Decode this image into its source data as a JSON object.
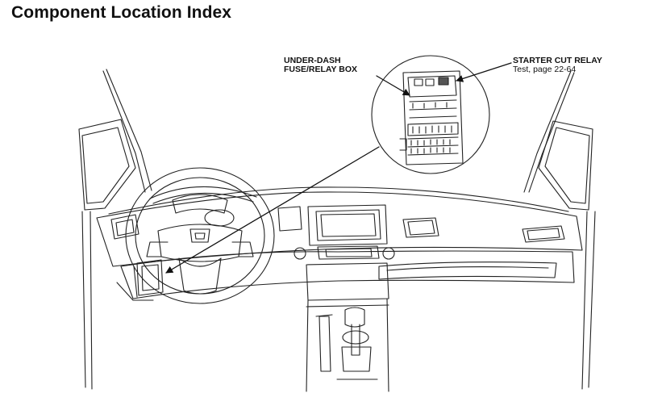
{
  "page": {
    "title": "Component Location Index"
  },
  "callouts": {
    "fuse_box_line1": "UNDER-DASH",
    "fuse_box_line2": "FUSE/RELAY BOX",
    "relay_name": "STARTER CUT RELAY",
    "relay_ref": "Test, page 22-64"
  }
}
